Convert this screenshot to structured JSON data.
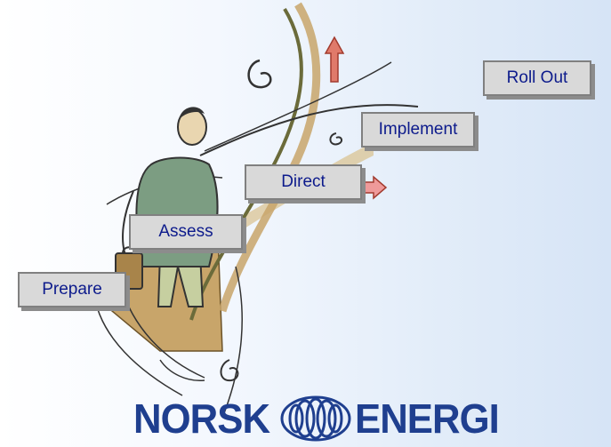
{
  "steps": [
    {
      "label": "Prepare"
    },
    {
      "label": "Assess"
    },
    {
      "label": "Direct"
    },
    {
      "label": "Implement"
    },
    {
      "label": "Roll Out"
    }
  ],
  "logo": {
    "word_left": "NORSK",
    "word_right": "ENERGI"
  },
  "colors": {
    "step_text": "#0d1b8c",
    "step_fill": "#d9d9d9",
    "logo_blue": "#1f3f8f",
    "path_tan": "#c8a56a"
  },
  "icons": [
    "man-with-briefcase-illustration",
    "red-arrow-icon",
    "pink-arrow-icon",
    "norsk-energi-wave-icon"
  ]
}
